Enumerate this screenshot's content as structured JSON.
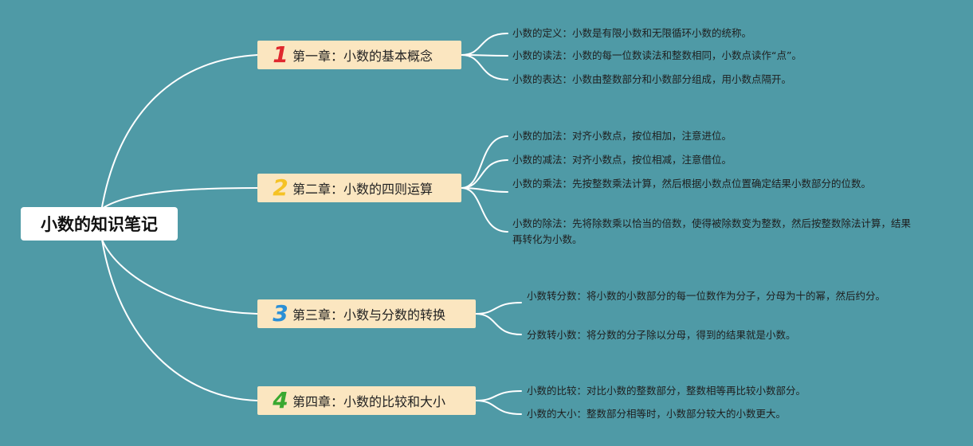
{
  "root": {
    "label": "小数的知识笔记"
  },
  "chapters": [
    {
      "number": "1",
      "number_color": "#e0282e",
      "label": "第一章：小数的基本概念",
      "items": [
        "小数的定义：小数是有限小数和无限循环小数的统称。",
        "小数的读法：小数的每一位数读法和整数相同，小数点读作“点”。",
        "小数的表达：小数由整数部分和小数部分组成，用小数点隔开。"
      ]
    },
    {
      "number": "2",
      "number_color": "#f5c224",
      "label": "第二章：小数的四则运算",
      "items": [
        "小数的加法：对齐小数点，按位相加，注意进位。",
        "小数的减法：对齐小数点，按位相减，注意借位。",
        "小数的乘法：先按整数乘法计算，然后根据小数点位置确定结果小数部分的位数。",
        "小数的除法：先将除数乘以恰当的倍数，使得被除数变为整数，然后按整数除法计算，结果再转化为小数。"
      ]
    },
    {
      "number": "3",
      "number_color": "#2b8fd6",
      "label": "第三章：小数与分数的转换",
      "items": [
        "小数转分数：将小数的小数部分的每一位数作为分子，分母为十的幂，然后约分。",
        "分数转小数：将分数的分子除以分母，得到的结果就是小数。"
      ]
    },
    {
      "number": "4",
      "number_color": "#3aa830",
      "label": "第四章：小数的比较和大小",
      "items": [
        "小数的比较：对比小数的整数部分，整数相等再比较小数部分。",
        "小数的大小：整数部分相等时，小数部分较大的小数更大。"
      ]
    }
  ]
}
